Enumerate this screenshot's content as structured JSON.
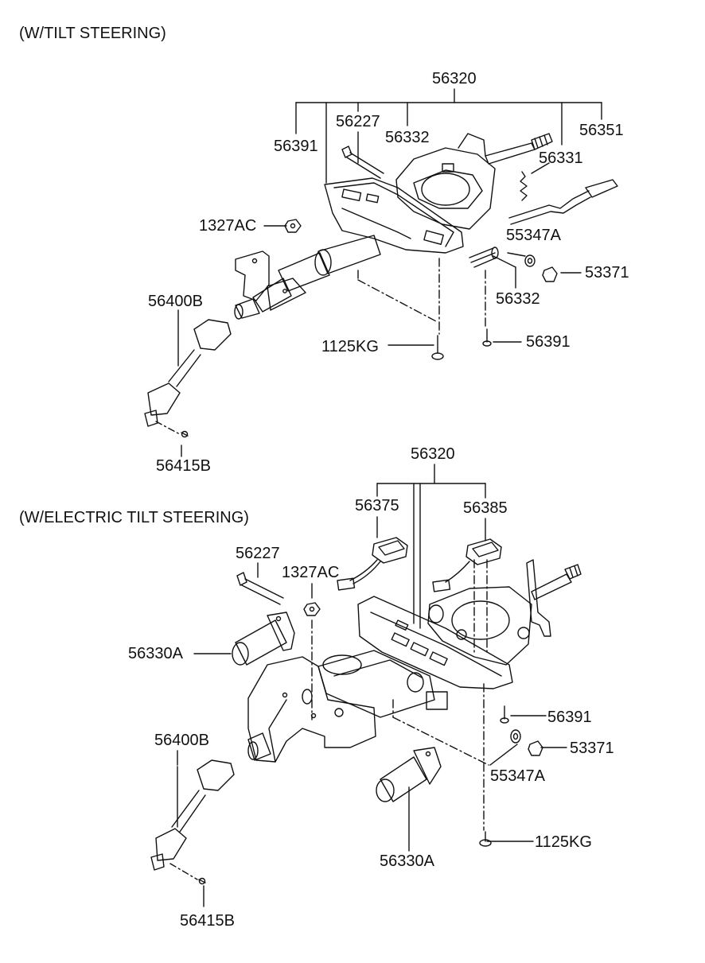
{
  "sections": {
    "tilt": {
      "title": "(W/TILT STEERING)",
      "labels": {
        "assy": "56320",
        "p56391a": "56391",
        "p56227": "56227",
        "p56332a": "56332",
        "p56351": "56351",
        "p56331": "56331",
        "p1327ac": "1327AC",
        "p55347a": "55347A",
        "p53371": "53371",
        "p56332b": "56332",
        "p56400b": "56400B",
        "p1125kg": "1125KG",
        "p56391b": "56391",
        "p56415b": "56415B"
      }
    },
    "electric": {
      "title": "(W/ELECTRIC TILT STEERING)",
      "labels": {
        "assy": "56320",
        "p56375": "56375",
        "p56385": "56385",
        "p56227": "56227",
        "p1327ac": "1327AC",
        "p56330a_top": "56330A",
        "p56391": "56391",
        "p53371": "53371",
        "p55347a": "55347A",
        "p56400b": "56400B",
        "p56330a_bottom": "56330A",
        "p1125kg": "1125KG",
        "p56415b": "56415B"
      }
    }
  },
  "colors": {
    "ink": "#111111",
    "paper": "#ffffff"
  }
}
